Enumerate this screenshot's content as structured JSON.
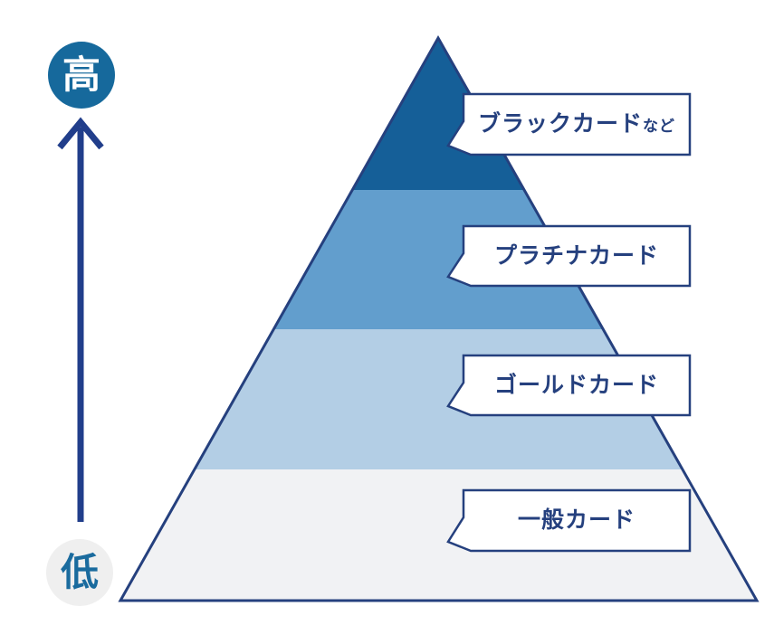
{
  "diagram_title": "credit-card-rank-pyramid",
  "axis": {
    "high": "高",
    "low": "低",
    "high_circle_color": "#16699c",
    "high_text_color": "#ffffff",
    "low_circle_color": "#efefef",
    "low_text_color": "#1a6b9e",
    "arrow_color": "#213e8b",
    "direction": "up"
  },
  "pyramid": {
    "outline_color": "#25407e",
    "tiers": [
      {
        "rank": 1,
        "label": "ブラックカード",
        "suffix": "など",
        "color": "#155f98"
      },
      {
        "rank": 2,
        "label": "プラチナカード",
        "suffix": "",
        "color": "#629ecd"
      },
      {
        "rank": 3,
        "label": "ゴールドカード",
        "suffix": "",
        "color": "#b3cee5"
      },
      {
        "rank": 4,
        "label": "一般カード",
        "suffix": "",
        "color": "#f1f2f4"
      }
    ]
  },
  "bubble": {
    "bg": "#ffffff",
    "border_color": "#25407e",
    "text_color": "#25407e"
  }
}
